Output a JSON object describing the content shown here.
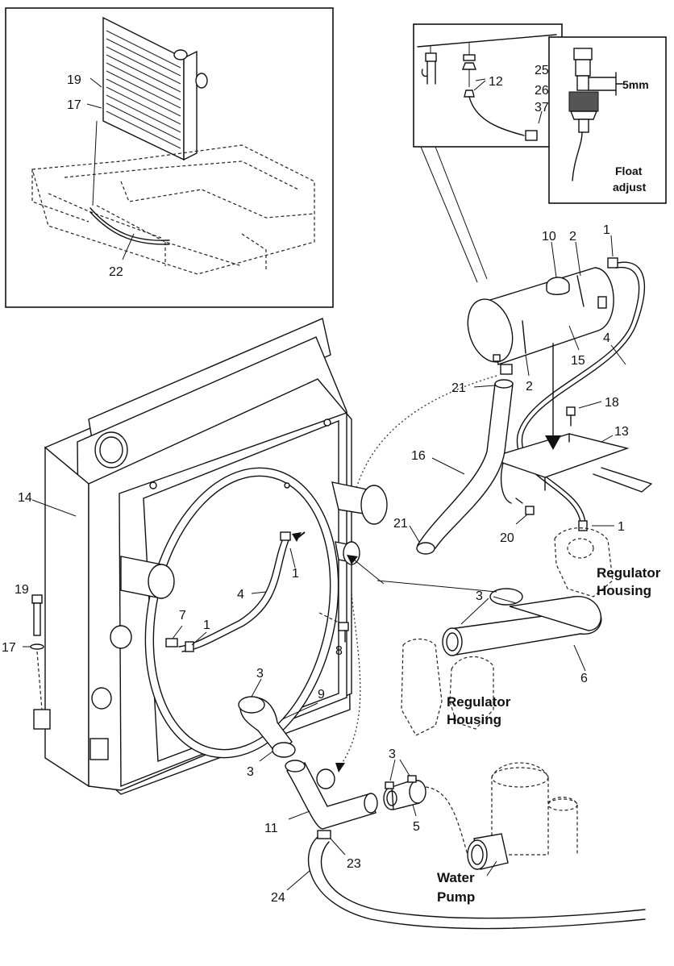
{
  "callouts": {
    "n19_inset": "19",
    "n17_inset": "17",
    "n22": "22",
    "n12": "12",
    "n25": "25",
    "n26": "26",
    "n37": "37",
    "n10": "10",
    "n2_top": "2",
    "n1_top": "1",
    "n15": "15",
    "n4_top": "4",
    "n21_upper": "21",
    "n2_mid": "2",
    "n18": "18",
    "n13": "13",
    "n16": "16",
    "n14": "14",
    "n21_lower": "21",
    "n20": "20",
    "n1_right": "1",
    "n1_mid": "1",
    "n4_mid": "4",
    "n19_side": "19",
    "n17_side": "17",
    "n7": "7",
    "n1_low": "1",
    "n8": "8",
    "n3_a": "3",
    "n6": "6",
    "n3_b": "3",
    "n9": "9",
    "n3_c": "3",
    "n3_d": "3",
    "n11": "11",
    "n5": "5",
    "n23": "23",
    "n24": "24"
  },
  "labels": {
    "float_dim": "5mm",
    "float_adjust_1": "Float",
    "float_adjust_2": "adjust",
    "regulator_housing_top_1": "Regulator",
    "regulator_housing_top_2": "Housing",
    "regulator_housing_bottom_1": "Regulator",
    "regulator_housing_bottom_2": "Housing",
    "water_pump_1": "Water",
    "water_pump_2": "Pump"
  }
}
